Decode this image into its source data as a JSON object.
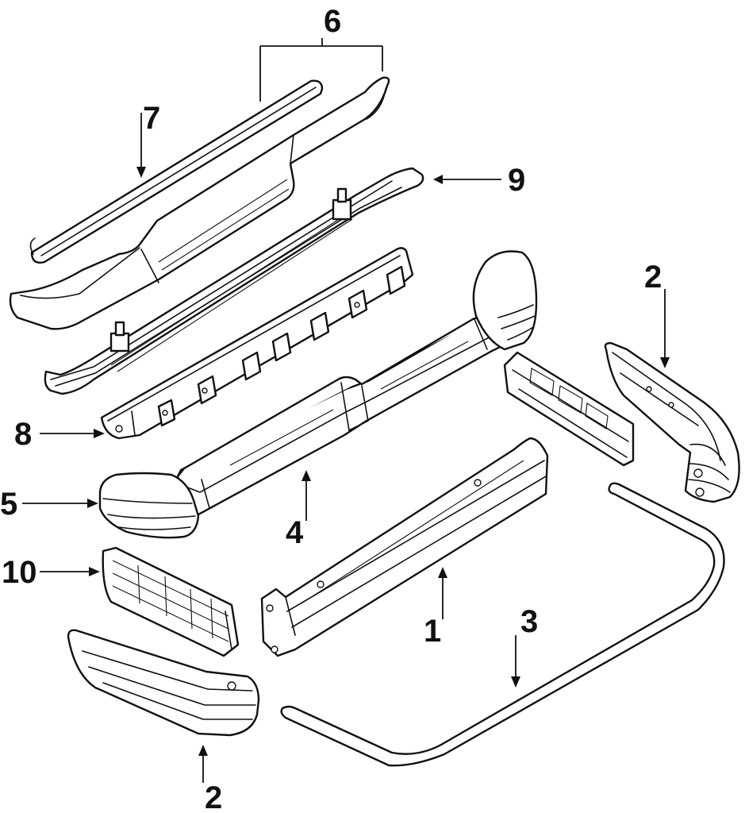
{
  "diagram": {
    "callouts": {
      "c1": "1",
      "c2a": "2",
      "c2b": "2",
      "c3": "3",
      "c4": "4",
      "c5": "5",
      "c6": "6",
      "c7": "7",
      "c8": "8",
      "c9": "9",
      "c10": "10"
    },
    "colors": {
      "line": "#111111",
      "background": "#ffffff"
    }
  }
}
